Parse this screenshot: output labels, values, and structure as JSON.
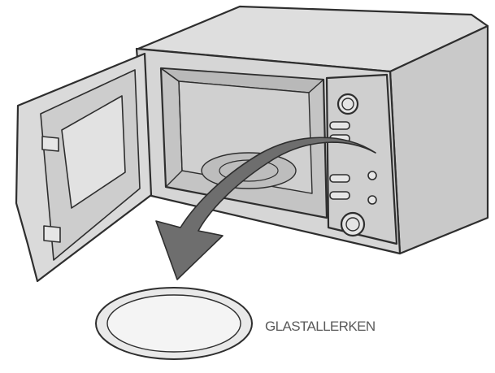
{
  "colors": {
    "line": "#2e2e2e",
    "body_fill": "#d6d6d6",
    "cavity_fill": "#c8c8c8",
    "arrow_fill": "#6e6e6e",
    "label": "#5a5a5a",
    "background": "#ffffff"
  },
  "icons": [
    "microwave-illustration",
    "curved-arrow",
    "glass-turntable-plate"
  ],
  "label": {
    "text": "GLASTALLERKEN"
  }
}
